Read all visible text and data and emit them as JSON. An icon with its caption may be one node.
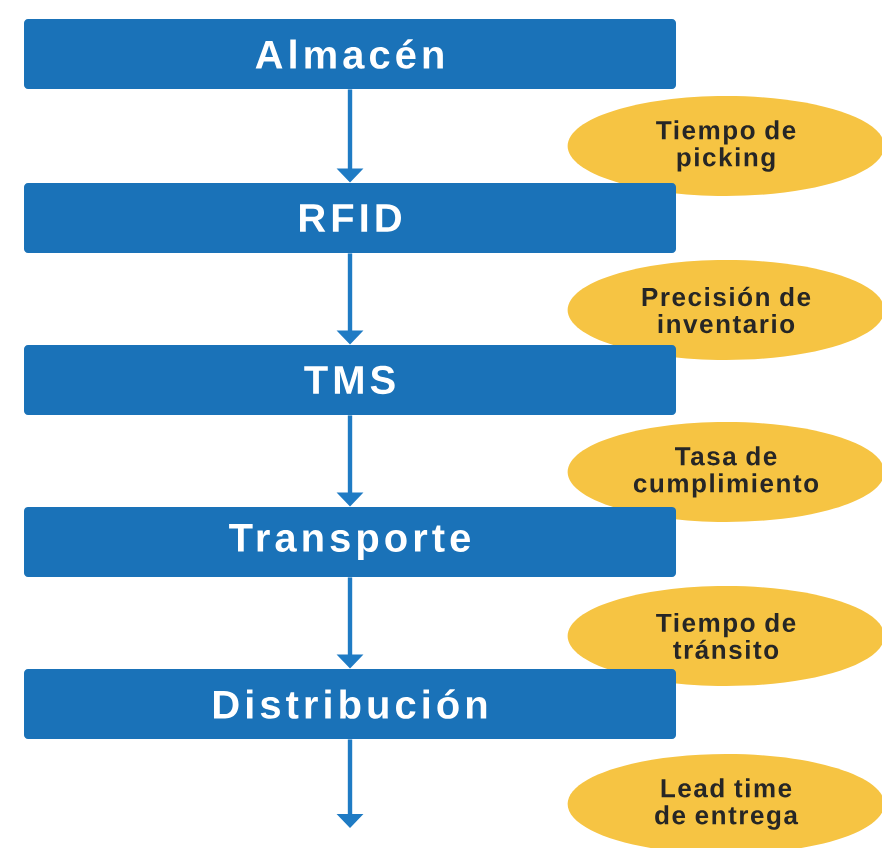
{
  "diagram": {
    "nodes": [
      {
        "text": [
          "Almacén"
        ]
      },
      {
        "text": [
          "Tiempo de picking"
        ]
      },
      {
        "text": [
          "RFID"
        ]
      },
      {
        "text": [
          "Precisión de inventario"
        ]
      },
      {
        "text": [
          "TMS"
        ]
      },
      {
        "text": [
          "Tasa de cumplimiento"
        ]
      },
      {
        "text": [
          "Transporte"
        ]
      },
      {
        "text": [
          "Tiempo de tránsito"
        ]
      },
      {
        "text": [
          "Distribución"
        ]
      },
      {
        "text": [
          "Lead time de entrega"
        ]
      }
    ],
    "edges": [
      {
        "from": 0,
        "to": 2,
        "arrow": "to"
      },
      {
        "from": 2,
        "to": 4,
        "arrow": "to"
      },
      {
        "from": 4,
        "to": 6,
        "arrow": "to"
      },
      {
        "from": 6,
        "to": 8,
        "arrow": "to"
      },
      {
        "from": 8,
        "to": null,
        "arrow": "to"
      }
    ]
  }
}
